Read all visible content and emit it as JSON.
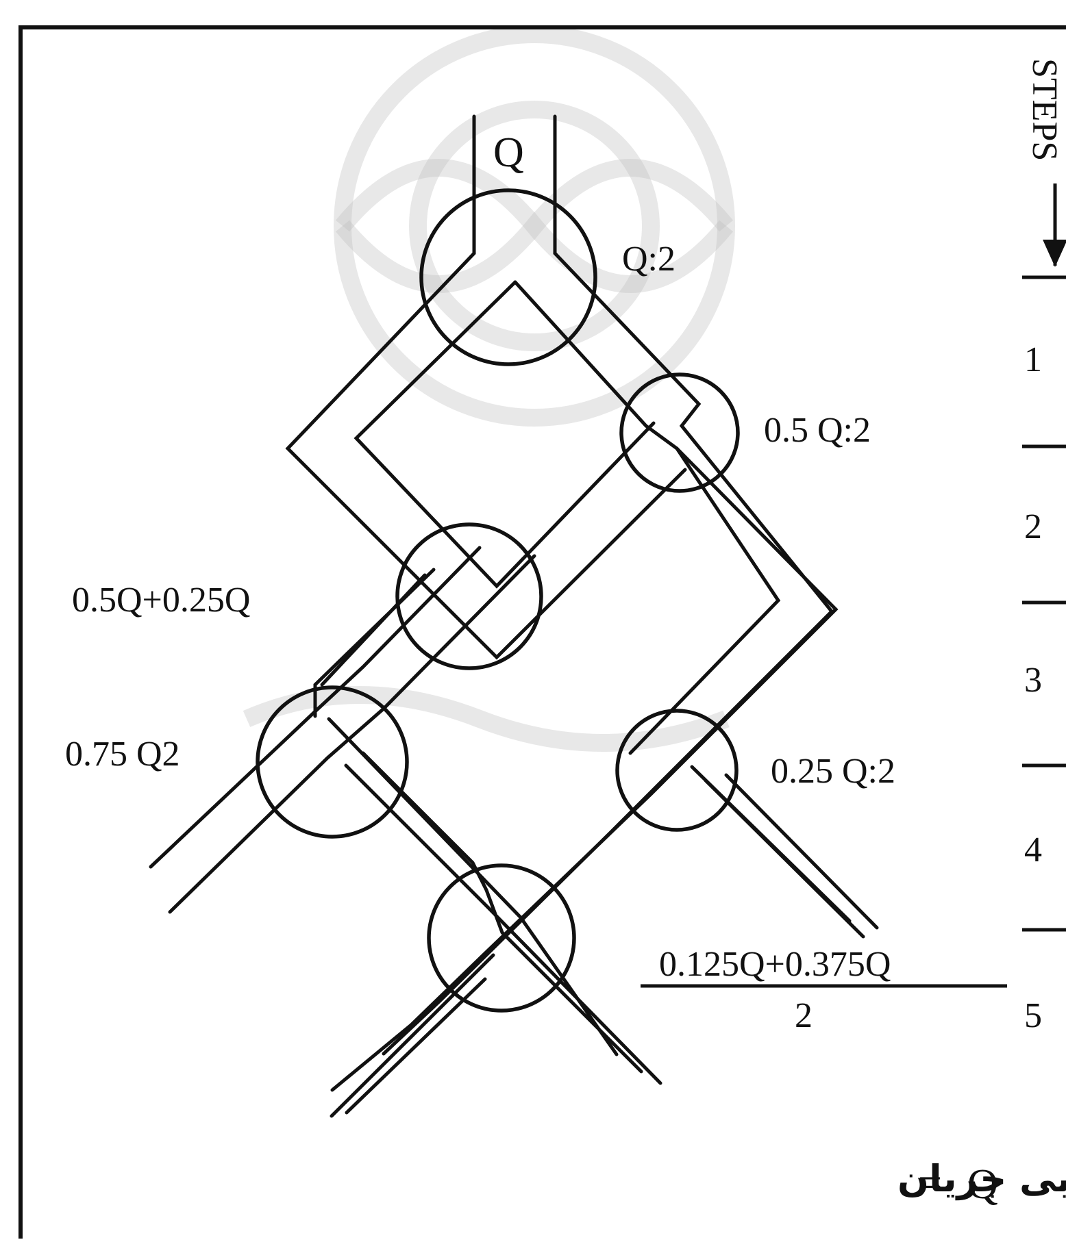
{
  "diagram": {
    "inflow_label": "Q",
    "steps_heading": "STEPS",
    "step_numbers": [
      "1",
      "2",
      "3",
      "4",
      "5"
    ],
    "node_labels": {
      "top": "Q:2",
      "right_1": "0.5 Q:2",
      "left_2": "0.5Q+0.25Q",
      "left_3": "0.75 Q2",
      "right_3": "0.25 Q:2",
      "bottom_numerator": "0.125Q+0.375Q",
      "bottom_denominator": "2"
    },
    "legend": {
      "symbol": "Q",
      "equals": "=",
      "meaning": "دبی جریان"
    },
    "colors": {
      "ink": "#111111",
      "watermark": "#bdbdbd",
      "background": "#ffffff"
    }
  }
}
